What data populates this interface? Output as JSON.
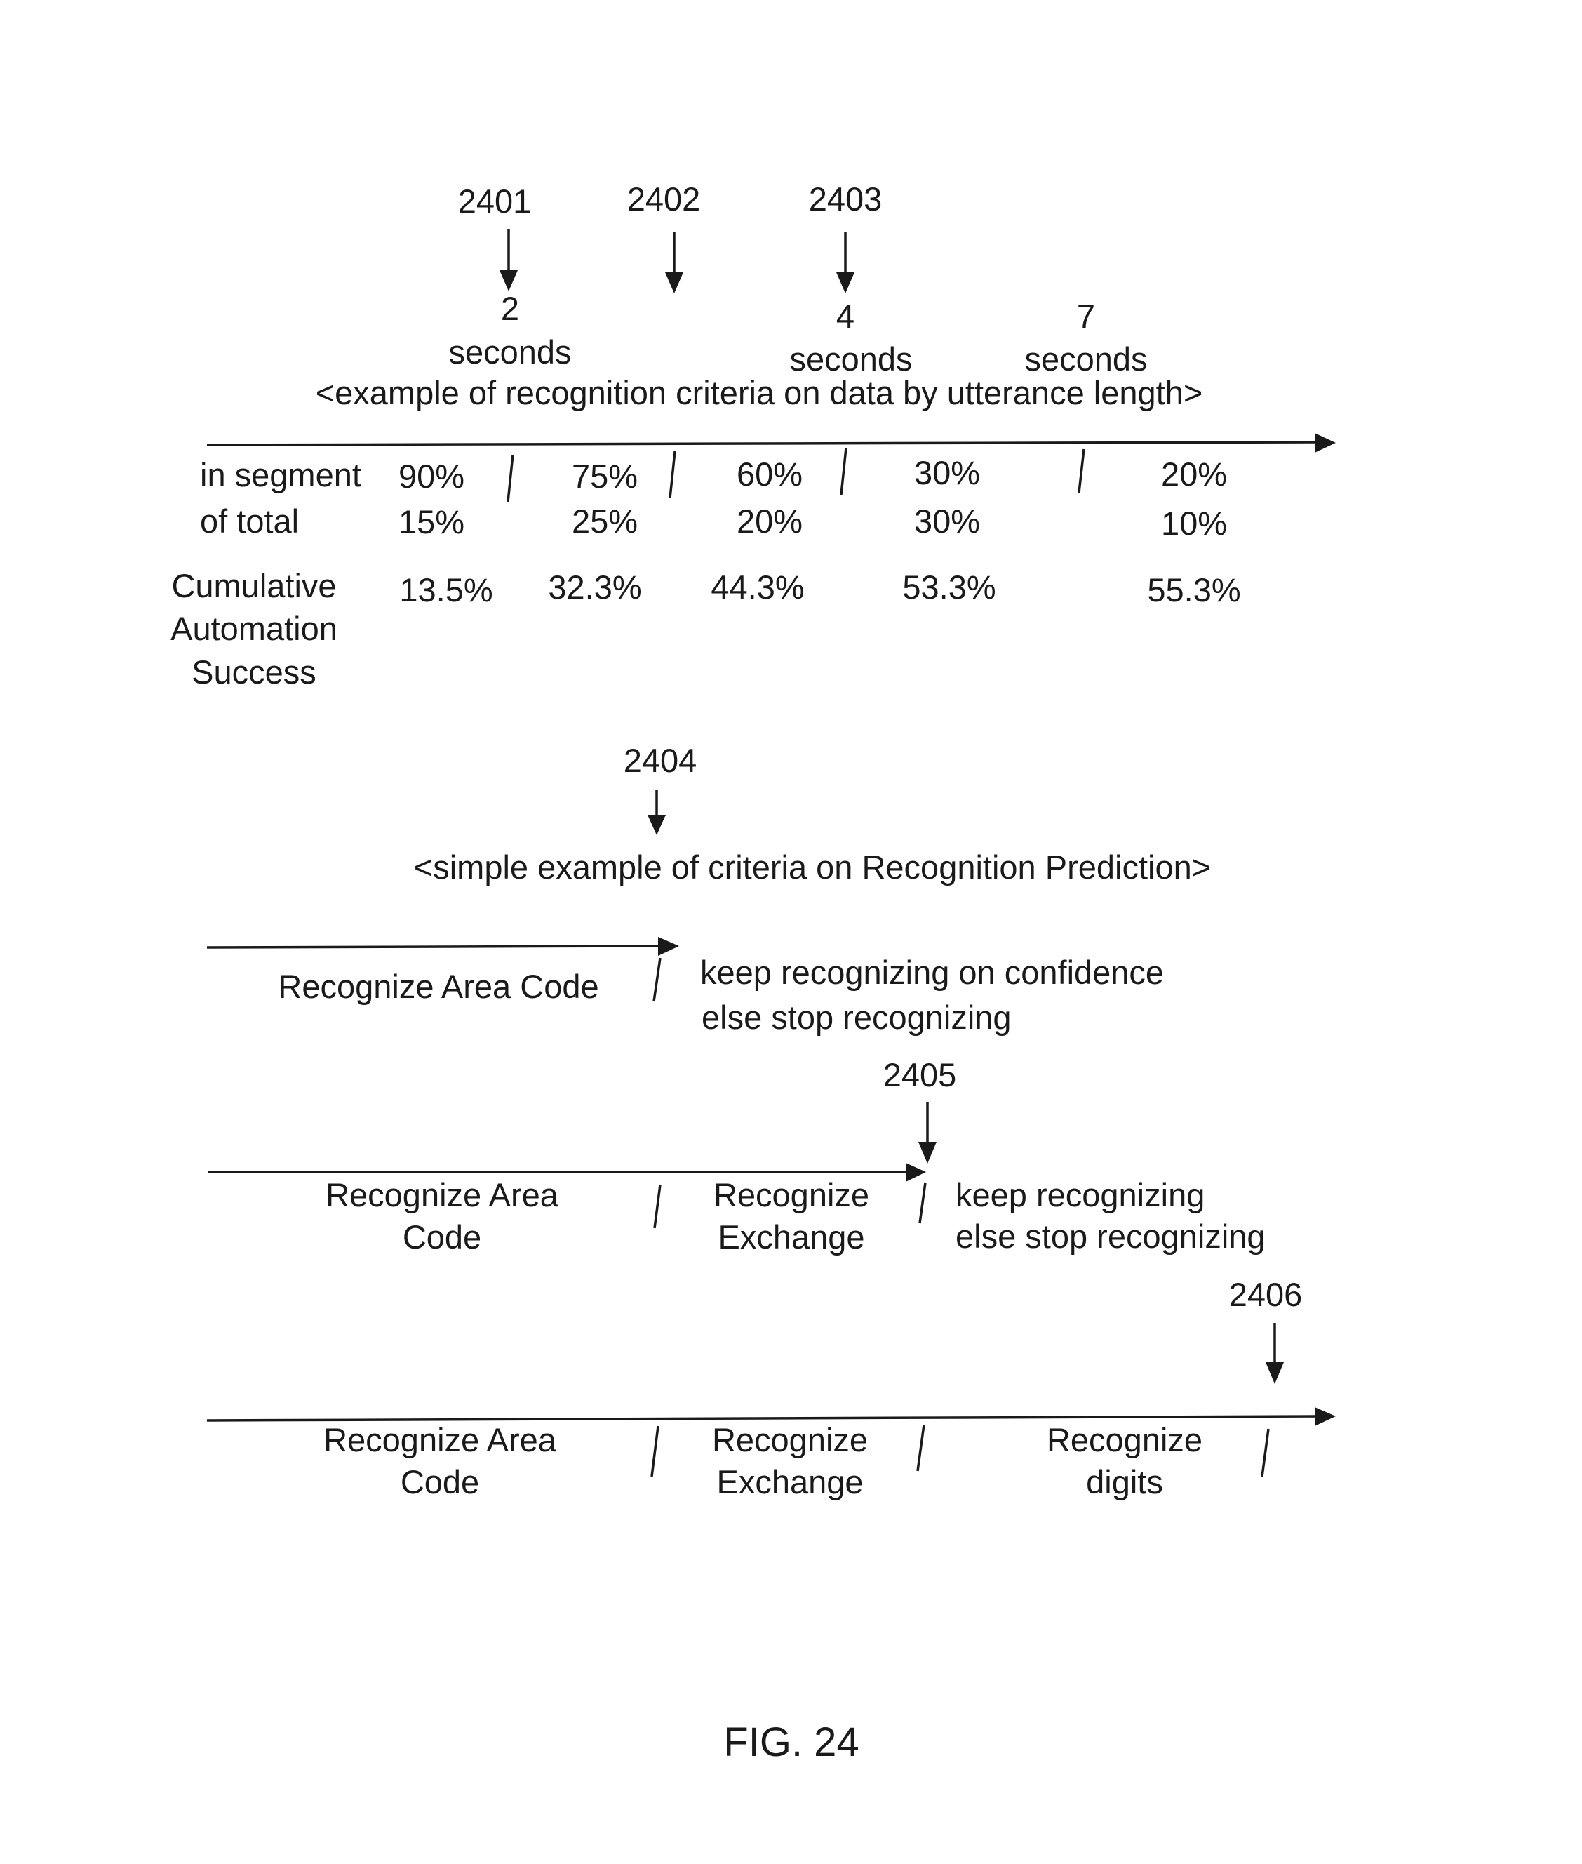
{
  "refs": {
    "r2401": "2401",
    "r2402": "2402",
    "r2403": "2403",
    "r2404": "2404",
    "r2405": "2405",
    "r2406": "2406"
  },
  "top": {
    "t2_num": "2",
    "t2_unit": "seconds",
    "t4_num": "4",
    "t4_unit": "seconds",
    "t7_num": "7",
    "t7_unit": "seconds",
    "caption": "<example of recognition criteria on data by utterance length>",
    "row_in_segment_label": "in segment",
    "row_of_total_label": "of total",
    "row_cumulative_label": [
      "Cumulative",
      "Automation",
      "Success"
    ],
    "in_segment": [
      "90%",
      "75%",
      "60%",
      "30%",
      "20%"
    ],
    "of_total": [
      "15%",
      "25%",
      "20%",
      "30%",
      "10%"
    ],
    "cumulative": [
      "13.5%",
      "32.3%",
      "44.3%",
      "53.3%",
      "55.3%"
    ]
  },
  "bottom": {
    "caption": "<simple example of criteria on Recognition Prediction>",
    "line1": {
      "area_code": "Recognize Area Code",
      "keep": "keep recognizing on confidence",
      "else": "else stop recognizing"
    },
    "line2": {
      "area_code": [
        "Recognize Area",
        "Code"
      ],
      "exchange": [
        "Recognize",
        "Exchange"
      ],
      "keep": "keep recognizing",
      "else": "else stop recognizing"
    },
    "line3": {
      "area_code": [
        "Recognize Area",
        "Code"
      ],
      "exchange": [
        "Recognize",
        "Exchange"
      ],
      "digits": [
        "Recognize",
        "digits"
      ]
    }
  },
  "figure_label": "FIG. 24"
}
